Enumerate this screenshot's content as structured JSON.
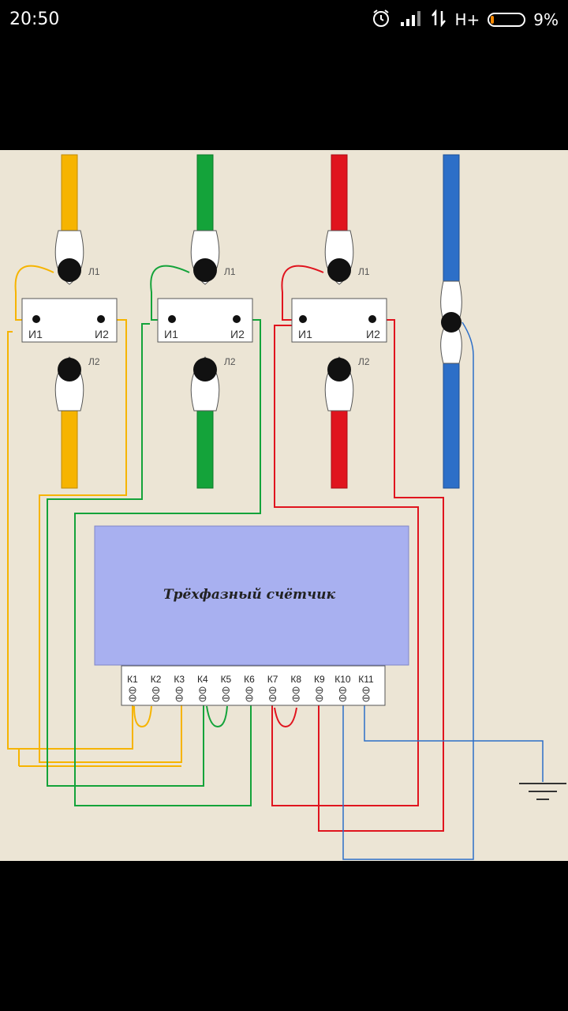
{
  "status_bar": {
    "time": "20:50",
    "network": "H+",
    "battery": "9%",
    "battery_level": 0.09,
    "icons": [
      "alarm-icon",
      "signal-icon",
      "data-transfer-icon",
      "battery-icon"
    ]
  },
  "diagram": {
    "meter_title": "Трёхфазный счётчик",
    "terminals": [
      "К1",
      "К2",
      "К3",
      "К4",
      "К5",
      "К6",
      "К7",
      "К8",
      "К9",
      "К10",
      "К11"
    ],
    "ct_labels": {
      "primary_in": "Л1",
      "primary_out": "Л2",
      "sec_1": "И1",
      "sec_2": "И2"
    },
    "colors": {
      "phase_a": "#f6b400",
      "phase_b": "#14a33a",
      "phase_c": "#e0141e",
      "neutral": "#2d6fc8",
      "meter_face": "#a8b0f0",
      "background": "#ece5d5"
    }
  }
}
